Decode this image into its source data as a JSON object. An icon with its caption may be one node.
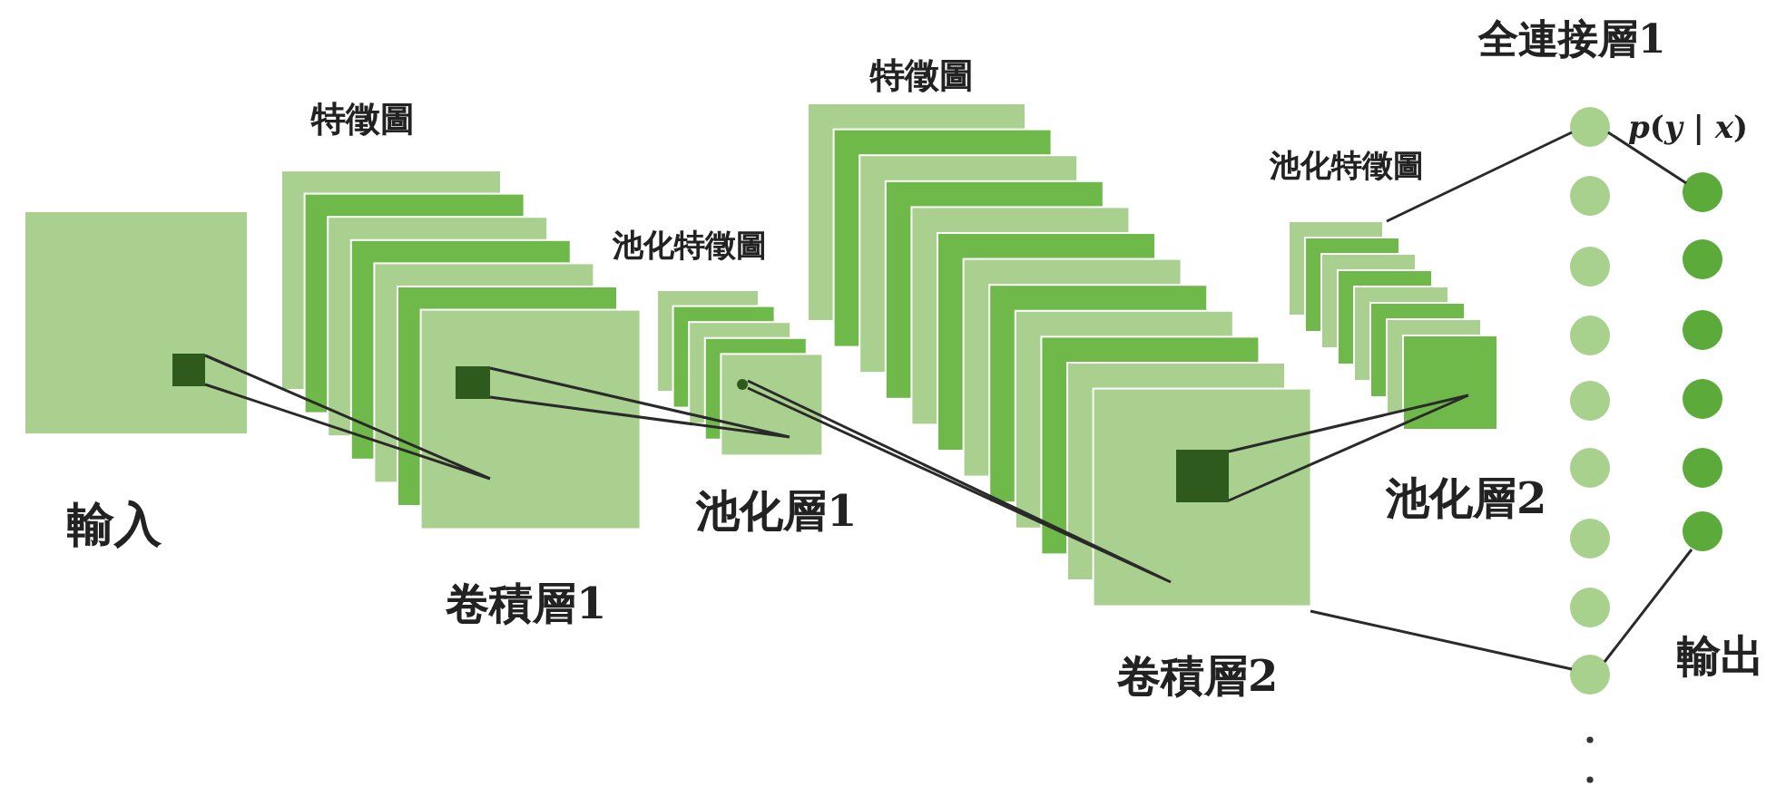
{
  "diagram": {
    "nodes": [
      {
        "text": [],
        "shape": "box",
        "beside": [
          "輸入"
        ]
      },
      {
        "text": [],
        "shape": "box",
        "in": 0
      },
      {
        "text": [],
        "shape": "box",
        "beside": [
          "特徵圖",
          "卷積層1"
        ]
      },
      {
        "text": [],
        "shape": "box",
        "in": 2
      },
      {
        "text": [],
        "shape": "box",
        "beside": [
          "池化特徵圖",
          "池化層1"
        ]
      },
      {
        "text": [],
        "shape": "circle",
        "in": 4
      },
      {
        "text": [],
        "shape": "box",
        "beside": [
          "特徵圖",
          "卷積層2"
        ]
      },
      {
        "text": [],
        "shape": "box",
        "in": 6
      },
      {
        "text": [],
        "shape": "box",
        "beside": [
          "池化特徵圖",
          "池化層2"
        ]
      },
      {
        "text": [],
        "shape": "circle"
      },
      {
        "text": [],
        "shape": "circle"
      },
      {
        "text": [],
        "shape": "circle"
      },
      {
        "text": [],
        "shape": "circle"
      },
      {
        "text": [],
        "shape": "circle"
      },
      {
        "text": [],
        "shape": "circle"
      },
      {
        "text": [],
        "shape": "circle"
      },
      {
        "text": [],
        "shape": "circle"
      },
      {
        "text": [],
        "shape": "circle"
      },
      {
        "text": [],
        "shape": "circle"
      },
      {
        "text": [],
        "shape": "circle"
      },
      {
        "text": [],
        "shape": "circle"
      },
      {
        "text": [],
        "shape": "circle"
      },
      {
        "text": [],
        "shape": "circle"
      },
      {
        "text": [],
        "shape": "circle"
      }
    ],
    "edges": [
      {
        "from": 1,
        "to": 2,
        "arrow": "none"
      },
      {
        "from": 3,
        "to": 4,
        "arrow": "none"
      },
      {
        "from": 5,
        "to": 6,
        "arrow": "none"
      },
      {
        "from": 7,
        "to": 8,
        "arrow": "none"
      },
      {
        "from": 8,
        "to": 9,
        "arrow": "none"
      },
      {
        "from": 6,
        "to": 17,
        "arrow": "none"
      },
      {
        "from": 9,
        "to": 18,
        "arrow": "none"
      },
      {
        "from": 17,
        "to": 23,
        "arrow": "none"
      }
    ],
    "labels": [
      "全連接層1",
      "*p*(*y* | *x*)",
      "輸出"
    ]
  }
}
